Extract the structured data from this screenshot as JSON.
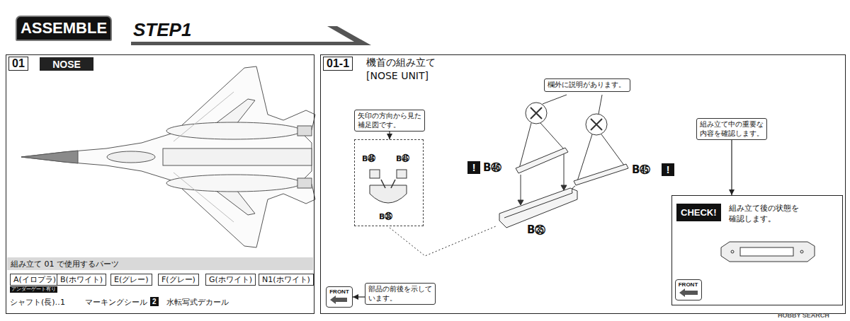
{
  "diagram": {
    "nodes": [
      {
        "text": [
          "ASSEMBLE"
        ]
      },
      {
        "text": [
          "01"
        ]
      },
      {
        "text": [
          "NOSE"
        ],
        "in": 1
      },
      {
        "text": [
          "組み立て 01 で使用するパーツ"
        ],
        "in": 1
      },
      {
        "text": [
          "A(イロプラ)"
        ],
        "in": 1
      },
      {
        "text": [
          "B(ホワイト)"
        ],
        "in": 1
      },
      {
        "text": [
          "E(グレー)"
        ],
        "in": 1
      },
      {
        "text": [
          "F(グレー)"
        ],
        "in": 1
      },
      {
        "text": [
          "G(ホワイト)"
        ],
        "in": 1
      },
      {
        "text": [
          "N1(ホワイト)"
        ],
        "in": 1
      },
      {
        "text": [
          "01-1",
          "機首の組み立て [NOSE UNIT]"
        ]
      },
      {
        "text": [
          "矢印の方向から見た 補足図です。"
        ],
        "in": 10
      },
      {
        "text": [
          "B㊻",
          "B㊺",
          "B㉟"
        ],
        "in": 10
      },
      {
        "text": [
          "欄外に説明があります。"
        ],
        "in": 10
      },
      {
        "text": [
          "組み立て中の重要な 内容を確認します。"
        ],
        "in": 10
      },
      {
        "text": [
          "CHECK!",
          "組み立て後の状態を 確認します。"
        ],
        "in": 10
      },
      {
        "text": [
          "FRONT"
        ],
        "in": 15
      },
      {
        "text": [
          "FRONT"
        ],
        "in": 10
      },
      {
        "text": [
          "部品の前後を示して います。"
        ],
        "in": 10
      }
    ],
    "edges": [
      {
        "from": 11,
        "to": 12,
        "arrow": "to"
      },
      {
        "from": 14,
        "to": 15,
        "arrow": "to"
      },
      {
        "from": 18,
        "to": 17,
        "arrow": "to"
      }
    ],
    "labels": [
      "STEP1",
      "アンダーゲート有り",
      "シャフト(長)‥1",
      "マーキングシール",
      "2",
      "水転写式デカール",
      "!",
      "B㊻",
      "B㊺",
      "!",
      "B㉟",
      "HOBBY SEARCH"
    ]
  }
}
